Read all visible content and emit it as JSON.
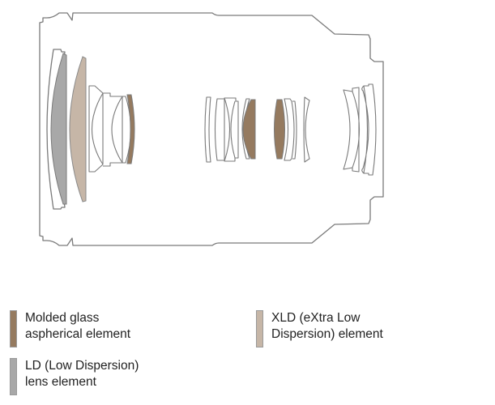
{
  "colors": {
    "outline": "#7a7a7a",
    "molded_glass_aspherical": "#957a5f",
    "xld": "#c6b6a7",
    "ld": "#a8a8a8"
  },
  "legend": [
    {
      "key": "molded",
      "line1": "Molded glass",
      "line2": "aspherical element",
      "color": "#957a5f"
    },
    {
      "key": "xld",
      "line1": "XLD (eXtra Low",
      "line2": "Dispersion) element",
      "color": "#c6b6a7"
    },
    {
      "key": "ld",
      "line1": "LD (Low Dispersion)",
      "line2": "lens element",
      "color": "#a8a8a8"
    }
  ]
}
